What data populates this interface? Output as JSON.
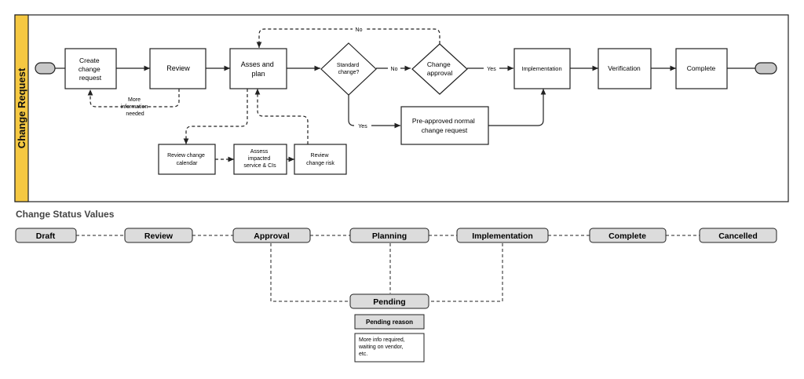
{
  "swimlane": {
    "label": "Change Request",
    "color": "#f5c842"
  },
  "process": {
    "create": [
      "Create",
      "change",
      "request"
    ],
    "review": "Review",
    "assess_plan": [
      "Asses and",
      "plan"
    ],
    "standard_change": [
      "Standard",
      "change?"
    ],
    "change_approval": [
      "Change",
      "approval"
    ],
    "implementation": "Implementation",
    "verification": "Verification",
    "complete": "Complete",
    "preapproved": [
      "Pre-approved normal",
      "change request"
    ],
    "review_calendar": [
      "Review change",
      "calendar"
    ],
    "assess_impacted": [
      "Assess",
      "impacted",
      "service & CIs"
    ],
    "review_risk": [
      "Review",
      "change risk"
    ],
    "more_info": [
      "More",
      "information",
      "needed"
    ],
    "labels": {
      "no": "No",
      "yes": "Yes"
    }
  },
  "status": {
    "title": "Change Status Values",
    "values": [
      "Draft",
      "Review",
      "Approval",
      "Planning",
      "Implementation",
      "Complete",
      "Cancelled"
    ],
    "pending": "Pending",
    "pending_reason_title": "Pending reason",
    "pending_reason_text": [
      "More info required,",
      "waiting on vendor,",
      "etc."
    ]
  },
  "colors": {
    "status_fill": "#dcdcdc",
    "terminator_fill": "#c8c8c8",
    "stroke": "#222222"
  }
}
